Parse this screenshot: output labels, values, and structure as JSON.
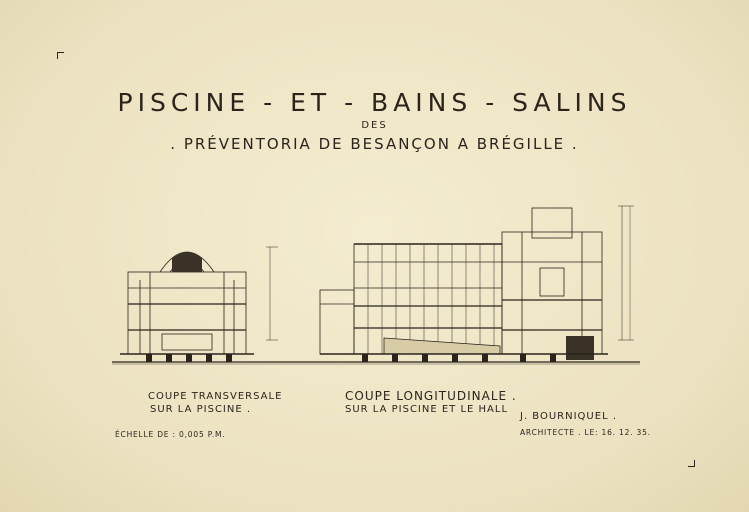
{
  "title": {
    "line1": "PISCINE - ET - BAINS - SALINS",
    "line2": "DES",
    "line3": ". PRÉVENTORIA  DE BESANÇON A BRÉGILLE ."
  },
  "captions": {
    "left_line1": "COUPE TRANSVERSALE",
    "left_line2": "SUR LA PISCINE .",
    "center_line1": "COUPE LONGITUDINALE .",
    "center_line2": "SUR LA PISCINE ET LE HALL",
    "scale": "ÉCHELLE DE : 0,005 P.M.",
    "architect_name": "J. BOURNIQUEL .",
    "architect_line": "ARCHITECTE . LE: 16. 12. 35."
  },
  "colors": {
    "paper": "#efe6c6",
    "ink": "#2a241c"
  }
}
